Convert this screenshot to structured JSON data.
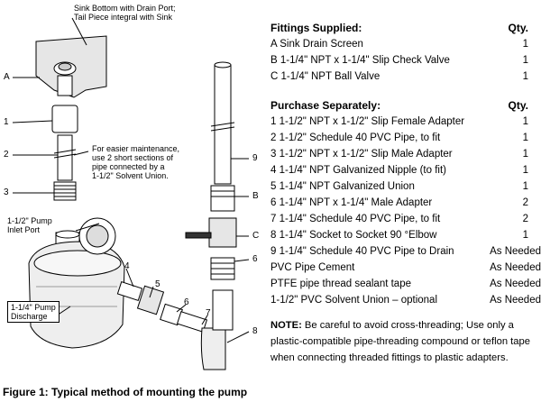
{
  "callouts": {
    "sink_bottom": "Sink Bottom with Drain Port;\nTail Piece integral with Sink",
    "maintenance": "For easier maintenance,\nuse 2 short sections of\npipe connected by a\n1-1/2\" Solvent Union.",
    "inlet_port": "1-1/2\" Pump\nInlet Port",
    "pump_discharge": "1-1/4\" Pump\nDischarge"
  },
  "bubbles": {
    "A": "A",
    "one": "1",
    "two": "2",
    "three": "3",
    "four": "4",
    "five": "5",
    "six": "6",
    "seven": "7",
    "eight": "8",
    "nine": "9",
    "B": "B",
    "C": "C",
    "six_right": "6"
  },
  "fittings": {
    "heading": "Fittings Supplied:",
    "qty_heading": "Qty.",
    "items": [
      {
        "text": "A Sink Drain Screen",
        "qty": "1"
      },
      {
        "text": "B 1-1/4\" NPT x 1-1/4\" Slip Check Valve",
        "qty": "1"
      },
      {
        "text": "C 1-1/4\" NPT Ball Valve",
        "qty": "1"
      }
    ]
  },
  "purchase": {
    "heading": "Purchase Separately:",
    "qty_heading": "Qty.",
    "items": [
      {
        "text": "1 1-1/2\" NPT x 1-1/2\" Slip Female Adapter",
        "qty": "1"
      },
      {
        "text": "2 1-1/2\" Schedule 40 PVC Pipe, to fit",
        "qty": "1"
      },
      {
        "text": "3 1-1/2\" NPT x 1-1/2\" Slip Male Adapter",
        "qty": "1"
      },
      {
        "text": "4 1-1/4\" NPT Galvanized Nipple (to fit)",
        "qty": "1"
      },
      {
        "text": "5 1-1/4\" NPT Galvanized Union",
        "qty": "1"
      },
      {
        "text": "6 1-1/4\" NPT x 1-1/4\" Male Adapter",
        "qty": "2"
      },
      {
        "text": "7 1-1/4\" Schedule 40 PVC Pipe, to fit",
        "qty": "2"
      },
      {
        "text": "8 1-1/4\" Socket to Socket 90 °Elbow",
        "qty": "1"
      },
      {
        "text": "9 1-1/4\" Schedule 40 PVC Pipe to Drain",
        "qty": "As Needed"
      },
      {
        "text": "PVC Pipe Cement",
        "qty": "As Needed"
      },
      {
        "text": "PTFE pipe thread sealant tape",
        "qty": "As Needed"
      },
      {
        "text": "1-1/2\" PVC Solvent Union – optional",
        "qty": "As Needed"
      }
    ]
  },
  "note": {
    "label": "NOTE:",
    "text": " Be careful to avoid cross-threading; Use only a plastic-compatible pipe-threading compound or teflon tape when connecting threaded fittings to plastic adapters."
  },
  "caption": "Figure 1: Typical method of mounting the pump"
}
